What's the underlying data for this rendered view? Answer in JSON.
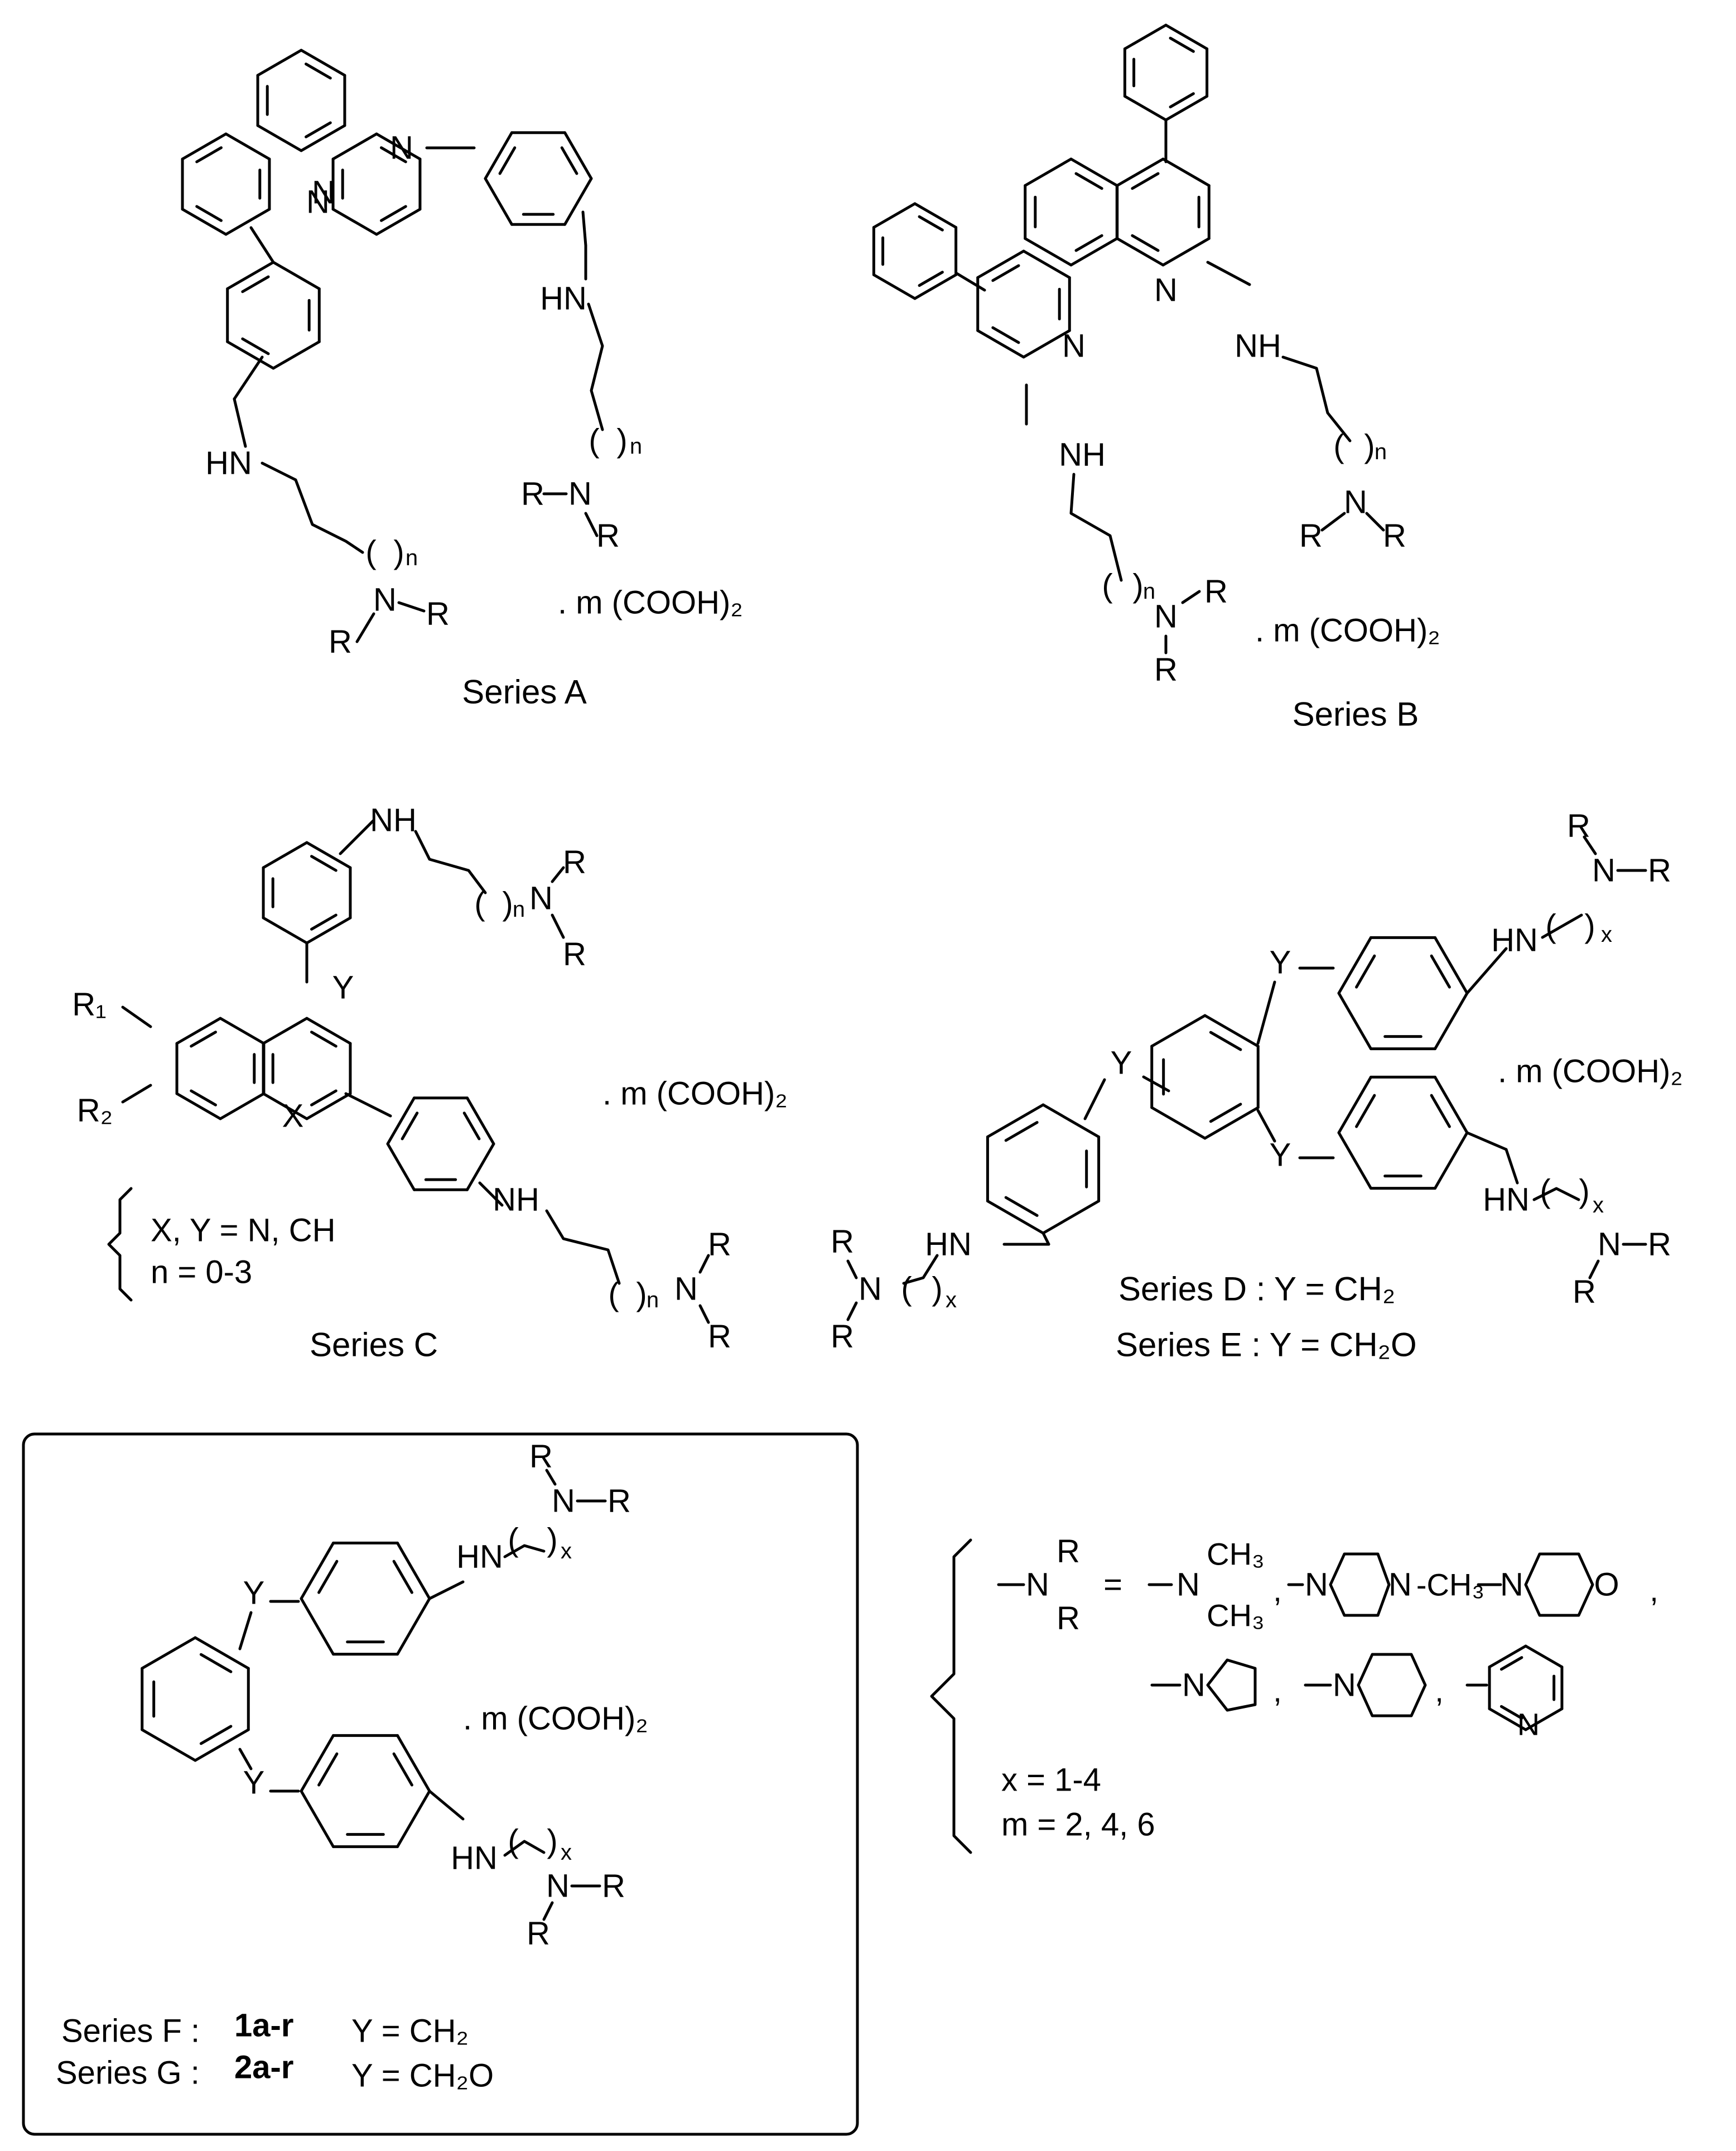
{
  "series_labels": {
    "A": "Series A",
    "B": "Series B",
    "C": "Series C",
    "D": "Series D : Y = CH₂",
    "E": "Series E : Y = CH₂O"
  },
  "salt": ". m (COOH)₂",
  "atoms": {
    "N": "N",
    "HN": "HN",
    "NH": "NH",
    "R": "R",
    "Y": "Y",
    "X": "X",
    "R1": "R₁",
    "R2": "R₂",
    "n": "n",
    "x": "x",
    "O": "O",
    "CH3": "CH₃",
    "paren_open": "(",
    "paren_close": ")"
  },
  "series_c_conditions": [
    "X, Y = N, CH",
    "n = 0-3"
  ],
  "boxed": {
    "series_f": {
      "label": "Series F :",
      "compound": "1a-r",
      "y_def": "Y = CH₂"
    },
    "series_g": {
      "label": "Series G :",
      "compound": "2a-r",
      "y_def": "Y = CH₂O"
    }
  },
  "definitions": {
    "equals": "=",
    "n_methyl": "-CH₃",
    "x_range": "x = 1-4",
    "m_values": "m = 2, 4, 6",
    "comma": ","
  }
}
